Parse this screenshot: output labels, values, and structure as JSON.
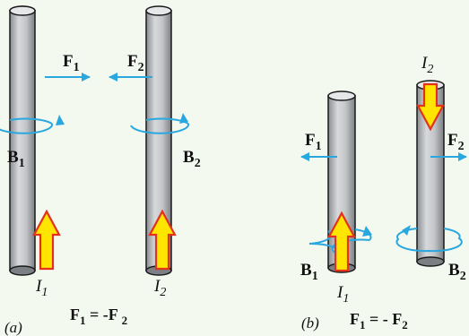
{
  "colors": {
    "background": "#f4f9ef",
    "wire_fill": "#c9cbce",
    "wire_outline": "#1a1a1a",
    "field_loop": "#29a8e0",
    "force_arrow": "#29a8e0",
    "current_arrow_fill": "#ffe500",
    "current_arrow_outline": "#e3321c"
  },
  "panel_a": {
    "caption": "(a)",
    "equation": {
      "lhs": "F",
      "lhs_sub": "1",
      "rel": " = -F ",
      "rhs_sub": "2"
    },
    "wire1": {
      "force": {
        "main": "F",
        "sub": "1"
      },
      "field": {
        "main": "B",
        "sub": "1"
      },
      "current": {
        "main": "I",
        "sub": "1"
      },
      "current_direction": "up"
    },
    "wire2": {
      "force": {
        "main": "F",
        "sub": "2"
      },
      "field": {
        "main": "B",
        "sub": "2"
      },
      "current": {
        "main": "I",
        "sub": "2"
      },
      "current_direction": "up"
    }
  },
  "panel_b": {
    "caption": "(b)",
    "equation": {
      "lhs": "F",
      "lhs_sub": "1",
      "rel": " = - F",
      "rhs_sub": "2"
    },
    "wire1": {
      "force": {
        "main": "F",
        "sub": "1"
      },
      "field": {
        "main": "B",
        "sub": "1"
      },
      "current": {
        "main": "I",
        "sub": "1"
      },
      "current_direction": "up"
    },
    "wire2": {
      "force": {
        "main": "F",
        "sub": "2"
      },
      "field": {
        "main": "B",
        "sub": "2"
      },
      "current": {
        "main": "I",
        "sub": "2"
      },
      "current_direction": "down"
    }
  }
}
